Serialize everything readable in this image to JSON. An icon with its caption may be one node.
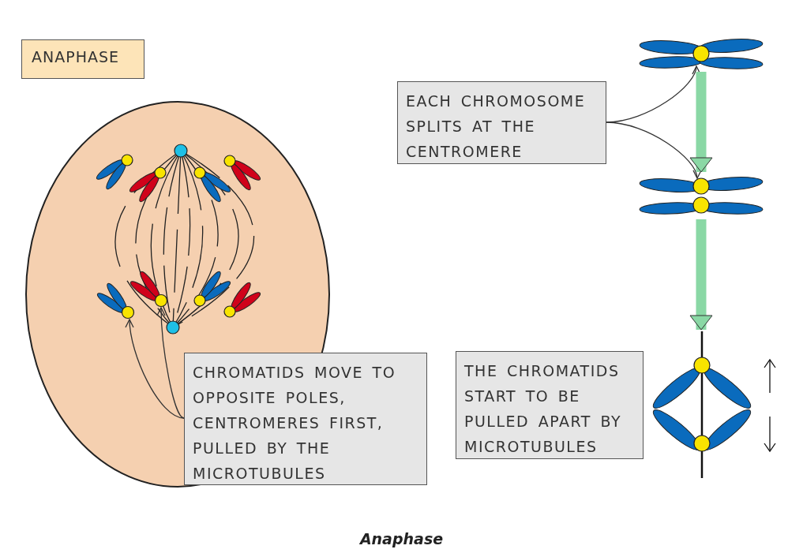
{
  "diagram": {
    "caption": "Anaphase",
    "nodes": [
      {
        "text": [
          "ANAPHASE"
        ]
      },
      {
        "text": [],
        "shape": "picture"
      },
      {
        "text": [],
        "shape": "circle",
        "in": 1
      },
      {
        "text": [],
        "shape": "circle",
        "in": 1
      },
      {
        "text": [
          "EACH CHROMOSOME SPLITS AT THE CENTROMERE"
        ]
      },
      {
        "text": [],
        "shape": "picture"
      },
      {
        "text": [],
        "shape": "picture"
      },
      {
        "text": [],
        "shape": "picture"
      },
      {
        "text": [
          "CHROMATIDS MOVE TO OPPOSITE POLES, CENTROMERES FIRST, PULLED BY THE MICROTUBULES"
        ]
      },
      {
        "text": [
          "THE CHROMATIDS START TO BE PULLED APART BY MICROTUBULES"
        ]
      }
    ],
    "edges": [
      {
        "from": 8,
        "to": 2,
        "arrow": "to"
      },
      {
        "from": 8,
        "to": 3,
        "arrow": "to"
      },
      {
        "from": 4,
        "to": 5,
        "arrow": "to"
      },
      {
        "from": 4,
        "to": 6,
        "arrow": "to"
      },
      {
        "from": 5,
        "to": 6,
        "arrow": "to",
        "style": "thick",
        "color": "#8ad8a5"
      },
      {
        "from": 6,
        "to": 7,
        "arrow": "to",
        "style": "thick",
        "color": "#8ad8a5"
      }
    ]
  }
}
